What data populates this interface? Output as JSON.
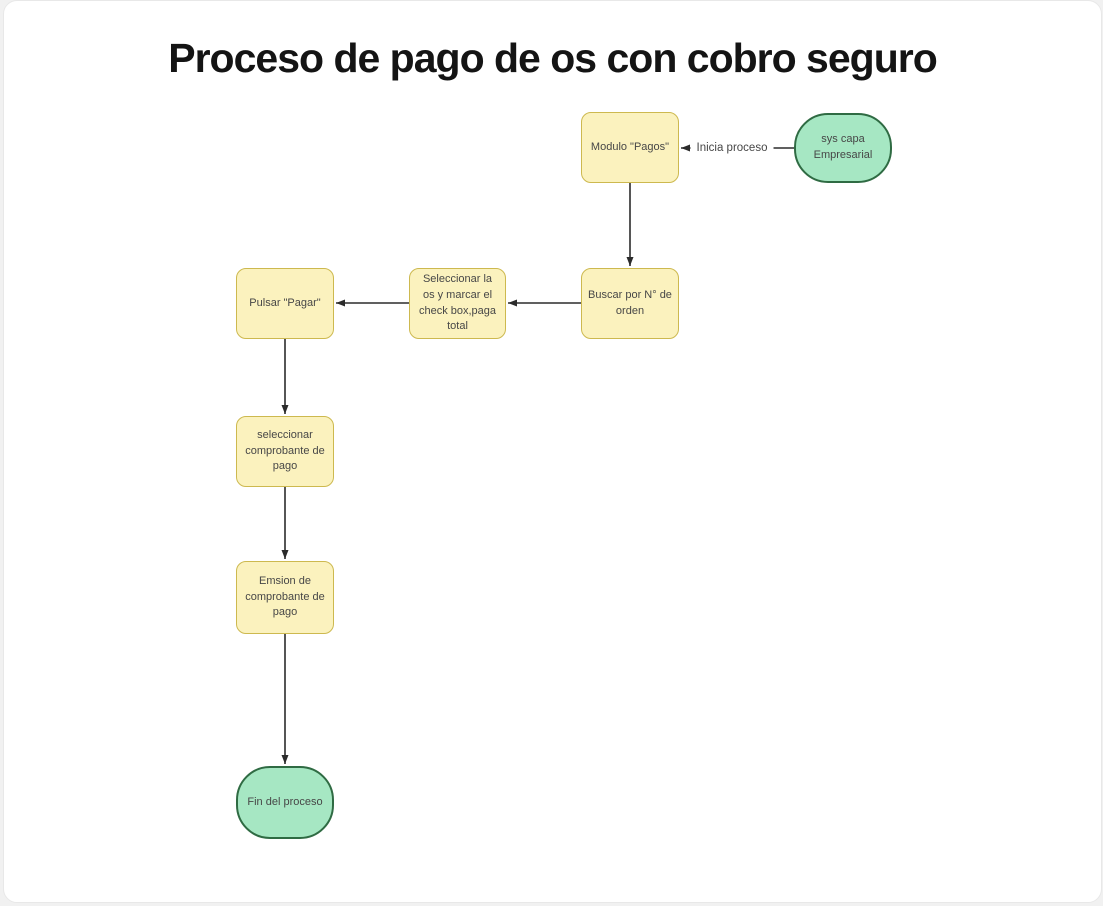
{
  "page": {
    "title": "Proceso de pago de os con cobro seguro"
  },
  "colors": {
    "page_bg": "#F1F1F1",
    "canvas_bg": "#FFFFFF",
    "canvas_border": "#E8E8E8",
    "title_text": "#141414",
    "node_text": "#474747",
    "process_fill": "#FBF2BE",
    "process_border": "#CDB94F",
    "terminator_fill": "#A6E7C3",
    "terminator_border": "#2F6B43",
    "edge_stroke": "#2B2B2B"
  },
  "diagram": {
    "nodes": [
      {
        "id": "start",
        "type": "terminator",
        "label": "sys capa Empresarial"
      },
      {
        "id": "modulo-pagos",
        "type": "process",
        "label": "Modulo \"Pagos\""
      },
      {
        "id": "buscar-orden",
        "type": "process",
        "label": "Buscar por N° de orden"
      },
      {
        "id": "seleccionar-os",
        "type": "process",
        "label": "Seleccionar la os y marcar el check box,paga total"
      },
      {
        "id": "pulsar-pagar",
        "type": "process",
        "label": "Pulsar \"Pagar\""
      },
      {
        "id": "seleccionar-comprobante",
        "type": "process",
        "label": "seleccionar comprobante de pago"
      },
      {
        "id": "emision-comprobante",
        "type": "process",
        "label": "Emsion de comprobante de pago"
      },
      {
        "id": "fin-proceso",
        "type": "terminator",
        "label": "Fin del proceso"
      }
    ],
    "edges": [
      {
        "from": "start",
        "to": "modulo-pagos",
        "label": "Inicia proceso"
      },
      {
        "from": "modulo-pagos",
        "to": "buscar-orden",
        "label": ""
      },
      {
        "from": "buscar-orden",
        "to": "seleccionar-os",
        "label": ""
      },
      {
        "from": "seleccionar-os",
        "to": "pulsar-pagar",
        "label": ""
      },
      {
        "from": "pulsar-pagar",
        "to": "seleccionar-comprobante",
        "label": ""
      },
      {
        "from": "seleccionar-comprobante",
        "to": "emision-comprobante",
        "label": ""
      },
      {
        "from": "emision-comprobante",
        "to": "fin-proceso",
        "label": ""
      }
    ]
  }
}
